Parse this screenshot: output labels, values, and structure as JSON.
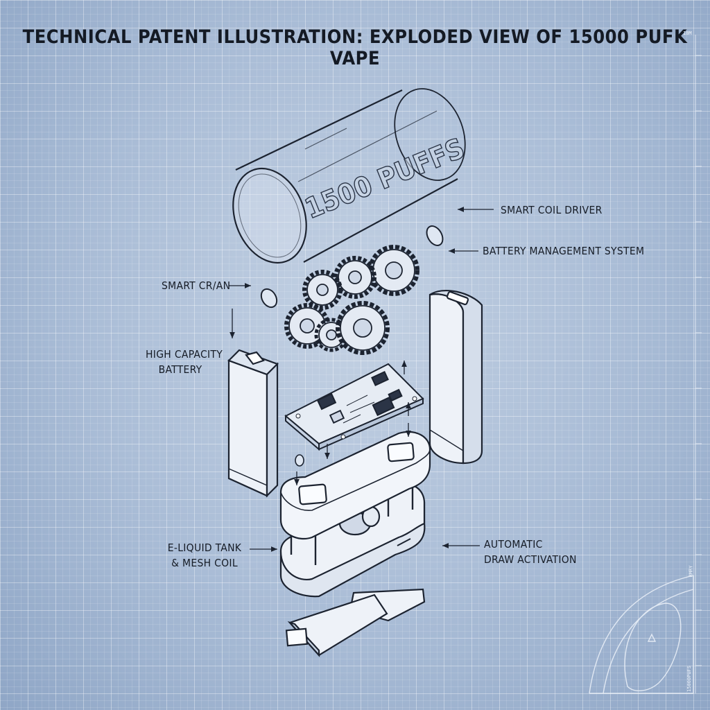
{
  "title": "TECHNICAL PATENT ILLUSTRATION: EXPLODED VIEW OF 15000 PUFK VAPE",
  "tank_text": "1500 PUFFS",
  "labels": {
    "smart_coil_driver": "SMART COIL DRIVER",
    "battery_management_system": "BATTERY MANAGEMENT SYSTEM",
    "smart_cran": "SMART CR/AN",
    "high_capacity_battery_line1": "HIGH CAPACITY",
    "high_capacity_battery_line2": "BATTERY",
    "eliquid_tank_line1": "E-LIQUID TANK",
    "eliquid_tank_line2": "& MESH COIL",
    "automatic_draw_line1": "AUTOMATIC",
    "automatic_draw_line2": "DRAW ACTIVATION"
  },
  "ruler": {
    "top": "18M",
    "mid": "RMRY",
    "bottom": "15000PUFS"
  },
  "colors": {
    "background": "#a9bcd6",
    "line": "#1c2330",
    "grid": "#ffffff"
  }
}
